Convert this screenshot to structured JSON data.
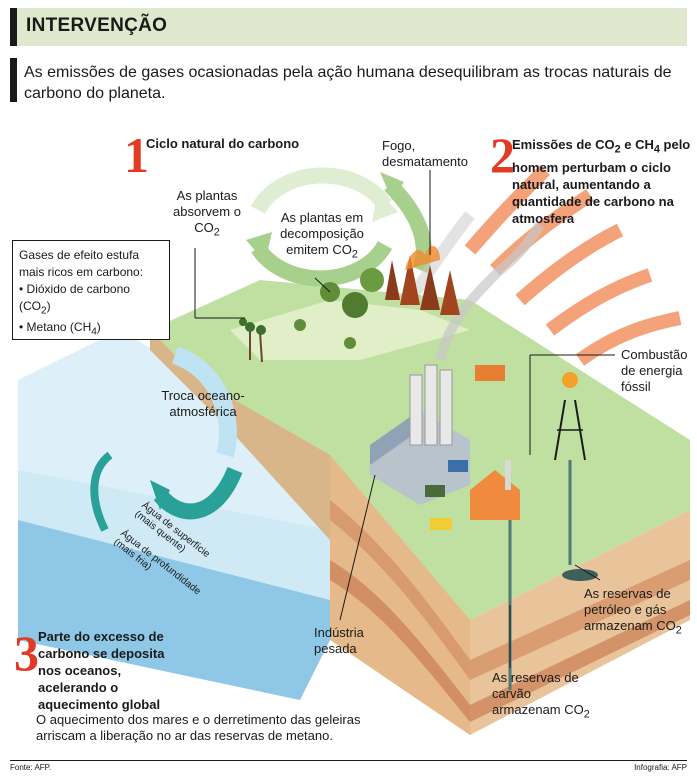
{
  "header": {
    "title": "INTERVENÇÃO"
  },
  "subtitle": "As emissões de gases ocasionadas pela ação humana desequilibram as trocas naturais de carbono do planeta.",
  "steps": [
    {
      "number": "1",
      "text": "Ciclo natural do carbono"
    },
    {
      "number": "2",
      "text_a": "Emissões de CO",
      "sub_a": "2",
      "text_b": " e CH",
      "sub_b": "4",
      "text_c": " pelo homem perturbam o ciclo natural, aumentando a quantidade de carbono na atmosfera"
    },
    {
      "number": "3",
      "text": "Parte do excesso de carbono se deposita nos oceanos, acelerando o aquecimento global"
    }
  ],
  "labels": {
    "plants_absorb": "As plantas absorvem o CO",
    "plants_absorb_sub": "2",
    "plants_decompose": "As plantas em decomposição emitem CO",
    "plants_decompose_sub": "2",
    "fire": "Fogo, desmatamento",
    "fossil": "Combustão de energia fóssil",
    "ocean_exchange": "Troca oceano-atmosférica",
    "surface_water": "Água de superfície",
    "surface_water_note": "(mais quente)",
    "deep_water": "Água de profundidade",
    "deep_water_note": "(mais fria)",
    "industry": "Indústria pesada",
    "coal": "As reservas de carvão armazenam CO",
    "coal_sub": "2",
    "oil": "As reservas de petróleo e gás armazenam CO",
    "oil_sub": "2",
    "ocean_note": "O aquecimento dos mares e o derretimento das geleiras arriscam a liberação no ar das reservas de metano."
  },
  "gases_box": {
    "title": "Gases de efeito estufa mais ricos em carbono:",
    "item1": "Dióxido de carbono (CO",
    "item1_sub": "2",
    "item1_end": ")",
    "item2": "Metano (CH",
    "item2_sub": "4",
    "item2_end": ")"
  },
  "footer": {
    "source": "Fonte: AFP.",
    "credit": "Infografia: AFP"
  },
  "colors": {
    "header_bg": "#dfe8cc",
    "step_number": "#e23b25",
    "cycle_arrow": "#a8d08d",
    "emission_arrow": "#f4a27a",
    "ocean": "#8ec8e6",
    "ocean_arrow": "#2aa198",
    "grass": "#bfe0a0",
    "soil": "#e6b98a"
  }
}
